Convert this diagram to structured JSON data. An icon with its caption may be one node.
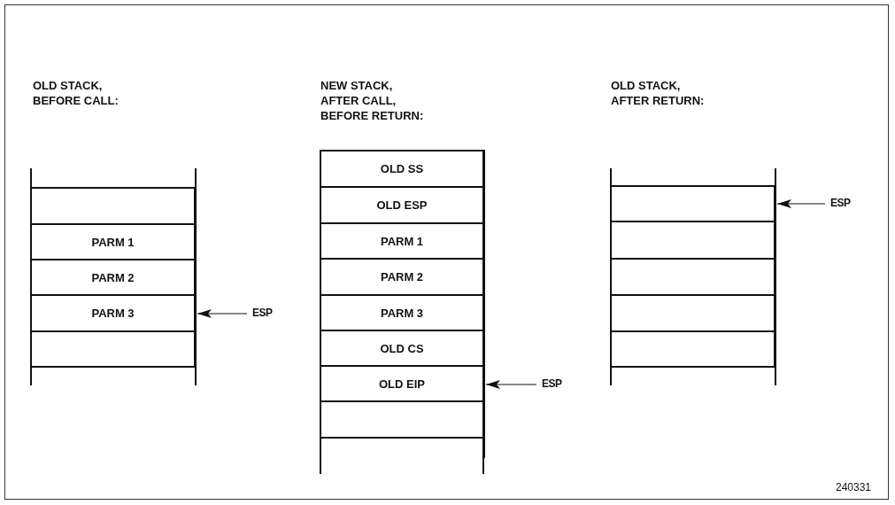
{
  "diagram": {
    "nodes": [
      {
        "text": [],
        "shape": "box"
      },
      {
        "text": [
          "PARM 1"
        ]
      },
      {
        "text": [
          "PARM 2"
        ]
      },
      {
        "text": [
          "PARM 3"
        ]
      },
      {
        "text": [],
        "shape": "box"
      },
      {
        "text": [
          "ESP"
        ]
      },
      {
        "text": [
          "OLD SS"
        ]
      },
      {
        "text": [
          "OLD ESP"
        ]
      },
      {
        "text": [
          "PARM 1"
        ]
      },
      {
        "text": [
          "PARM 2"
        ]
      },
      {
        "text": [
          "PARM 3"
        ]
      },
      {
        "text": [
          "OLD CS"
        ]
      },
      {
        "text": [
          "OLD EIP"
        ]
      },
      {
        "text": [],
        "shape": "box"
      },
      {
        "text": [],
        "shape": "box"
      },
      {
        "text": [
          "ESP"
        ]
      },
      {
        "text": [],
        "shape": "box"
      },
      {
        "text": [],
        "shape": "box"
      },
      {
        "text": [],
        "shape": "box"
      },
      {
        "text": [],
        "shape": "box"
      },
      {
        "text": [],
        "shape": "box"
      },
      {
        "text": [
          "ESP"
        ]
      }
    ],
    "edges": [
      {
        "from": 5,
        "to": 3,
        "arrow": "to"
      },
      {
        "from": 15,
        "to": 12,
        "arrow": "to"
      },
      {
        "from": 21,
        "to": 16,
        "arrow": "to"
      }
    ],
    "labels": [
      "OLD STACK, BEFORE CALL:",
      "NEW STACK, AFTER CALL, BEFORE RETURN:",
      "OLD STACK, AFTER RETURN:",
      "240331"
    ]
  }
}
